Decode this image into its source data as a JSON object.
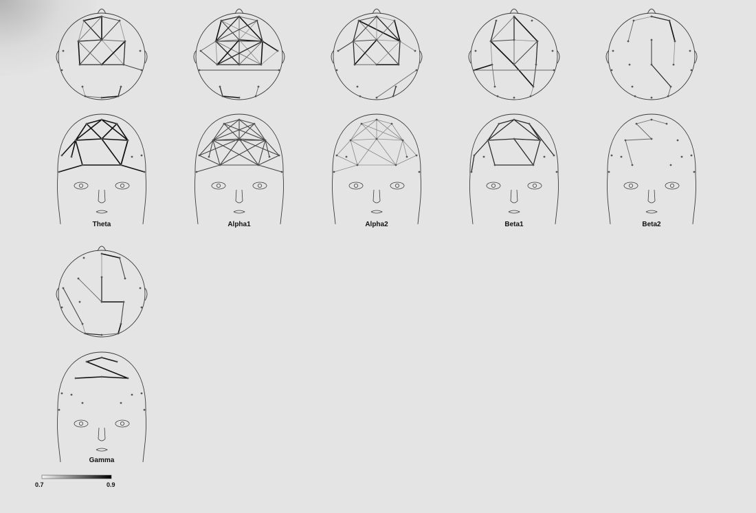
{
  "figure": {
    "bands": [
      {
        "label": "Theta",
        "top_edges": [
          [
            0,
            1
          ],
          [
            1,
            2
          ],
          [
            0,
            3
          ],
          [
            0,
            4
          ],
          [
            1,
            3
          ],
          [
            1,
            4
          ],
          [
            2,
            4
          ],
          [
            2,
            5
          ],
          [
            3,
            4
          ],
          [
            4,
            5
          ],
          [
            3,
            7
          ],
          [
            4,
            7
          ],
          [
            4,
            9
          ],
          [
            5,
            9
          ],
          [
            3,
            8
          ],
          [
            5,
            8
          ],
          [
            7,
            8
          ],
          [
            8,
            9
          ],
          [
            7,
            9
          ],
          [
            15,
            16
          ],
          [
            16,
            17
          ],
          [
            9,
            14
          ],
          [
            12,
            15
          ],
          [
            13,
            17
          ]
        ],
        "face_edges": [
          [
            0,
            1
          ],
          [
            1,
            2
          ],
          [
            0,
            3
          ],
          [
            0,
            4
          ],
          [
            1,
            3
          ],
          [
            1,
            5
          ],
          [
            2,
            4
          ],
          [
            2,
            5
          ],
          [
            3,
            4
          ],
          [
            4,
            5
          ],
          [
            6,
            3
          ],
          [
            8,
            5
          ],
          [
            3,
            7
          ],
          [
            7,
            8
          ],
          [
            5,
            8
          ],
          [
            4,
            8
          ],
          [
            10,
            7
          ],
          [
            11,
            8
          ],
          [
            12,
            3
          ]
        ]
      },
      {
        "label": "Alpha1",
        "top_edges": [
          [
            0,
            1
          ],
          [
            1,
            2
          ],
          [
            0,
            3
          ],
          [
            0,
            4
          ],
          [
            0,
            5
          ],
          [
            1,
            3
          ],
          [
            1,
            4
          ],
          [
            1,
            5
          ],
          [
            2,
            3
          ],
          [
            2,
            4
          ],
          [
            2,
            5
          ],
          [
            3,
            4
          ],
          [
            4,
            5
          ],
          [
            3,
            5
          ],
          [
            3,
            7
          ],
          [
            3,
            8
          ],
          [
            3,
            9
          ],
          [
            4,
            7
          ],
          [
            4,
            8
          ],
          [
            4,
            9
          ],
          [
            5,
            7
          ],
          [
            5,
            8
          ],
          [
            5,
            9
          ],
          [
            7,
            8
          ],
          [
            8,
            9
          ],
          [
            7,
            9
          ],
          [
            6,
            3
          ],
          [
            10,
            5
          ],
          [
            6,
            7
          ],
          [
            10,
            9
          ],
          [
            12,
            15
          ],
          [
            13,
            17
          ],
          [
            15,
            16
          ],
          [
            11,
            14
          ]
        ],
        "face_edges": [
          [
            0,
            1
          ],
          [
            1,
            2
          ],
          [
            0,
            3
          ],
          [
            0,
            4
          ],
          [
            0,
            5
          ],
          [
            1,
            3
          ],
          [
            1,
            4
          ],
          [
            1,
            5
          ],
          [
            2,
            3
          ],
          [
            2,
            4
          ],
          [
            2,
            5
          ],
          [
            3,
            4
          ],
          [
            4,
            5
          ],
          [
            3,
            5
          ],
          [
            3,
            7
          ],
          [
            3,
            8
          ],
          [
            4,
            7
          ],
          [
            4,
            8
          ],
          [
            5,
            7
          ],
          [
            5,
            8
          ],
          [
            7,
            8
          ],
          [
            6,
            3
          ],
          [
            9,
            5
          ],
          [
            6,
            7
          ],
          [
            9,
            8
          ],
          [
            6,
            4
          ],
          [
            9,
            4
          ],
          [
            10,
            7
          ],
          [
            11,
            8
          ],
          [
            12,
            3
          ],
          [
            13,
            5
          ]
        ]
      },
      {
        "label": "Alpha2",
        "top_edges": [
          [
            0,
            1
          ],
          [
            1,
            2
          ],
          [
            0,
            3
          ],
          [
            0,
            4
          ],
          [
            0,
            5
          ],
          [
            1,
            3
          ],
          [
            1,
            4
          ],
          [
            1,
            5
          ],
          [
            2,
            4
          ],
          [
            2,
            5
          ],
          [
            3,
            4
          ],
          [
            4,
            5
          ],
          [
            3,
            7
          ],
          [
            3,
            8
          ],
          [
            4,
            7
          ],
          [
            4,
            9
          ],
          [
            5,
            8
          ],
          [
            5,
            9
          ],
          [
            7,
            8
          ],
          [
            8,
            9
          ],
          [
            6,
            3
          ],
          [
            10,
            5
          ],
          [
            13,
            17
          ],
          [
            14,
            16
          ]
        ],
        "face_edges": [
          [
            0,
            1
          ],
          [
            1,
            2
          ],
          [
            0,
            3
          ],
          [
            0,
            4
          ],
          [
            0,
            5
          ],
          [
            1,
            3
          ],
          [
            1,
            4
          ],
          [
            1,
            5
          ],
          [
            2,
            4
          ],
          [
            2,
            5
          ],
          [
            3,
            4
          ],
          [
            4,
            5
          ],
          [
            3,
            7
          ],
          [
            3,
            8
          ],
          [
            4,
            7
          ],
          [
            4,
            8
          ],
          [
            5,
            8
          ],
          [
            7,
            8
          ],
          [
            6,
            3
          ],
          [
            9,
            5
          ],
          [
            6,
            7
          ],
          [
            10,
            7
          ],
          [
            13,
            5
          ],
          [
            9,
            8
          ]
        ]
      },
      {
        "label": "Beta1",
        "top_edges": [
          [
            1,
            3
          ],
          [
            1,
            5
          ],
          [
            3,
            4
          ],
          [
            4,
            5
          ],
          [
            1,
            4
          ],
          [
            4,
            8
          ],
          [
            3,
            8
          ],
          [
            5,
            8
          ],
          [
            3,
            7
          ],
          [
            5,
            9
          ],
          [
            7,
            12
          ],
          [
            8,
            13
          ],
          [
            9,
            13
          ],
          [
            13,
            17
          ],
          [
            0,
            3
          ],
          [
            11,
            14
          ],
          [
            7,
            11
          ]
        ],
        "face_edges": [
          [
            0,
            1
          ],
          [
            1,
            2
          ],
          [
            0,
            3
          ],
          [
            1,
            3
          ],
          [
            1,
            5
          ],
          [
            2,
            5
          ],
          [
            3,
            4
          ],
          [
            4,
            5
          ],
          [
            3,
            7
          ],
          [
            7,
            8
          ],
          [
            5,
            8
          ],
          [
            6,
            3
          ],
          [
            2,
            9
          ],
          [
            4,
            8
          ],
          [
            6,
            10
          ]
        ]
      },
      {
        "label": "Beta2",
        "top_edges": [
          [
            0,
            1
          ],
          [
            1,
            2
          ],
          [
            0,
            3
          ],
          [
            2,
            5
          ],
          [
            4,
            8
          ],
          [
            5,
            9
          ],
          [
            8,
            13
          ],
          [
            13,
            17
          ]
        ],
        "face_edges": [
          [
            0,
            1
          ],
          [
            1,
            2
          ],
          [
            0,
            4
          ],
          [
            4,
            3
          ],
          [
            3,
            7
          ]
        ]
      },
      {
        "label": "Gamma",
        "top_edges": [
          [
            1,
            2
          ],
          [
            2,
            5
          ],
          [
            1,
            4
          ],
          [
            4,
            8
          ],
          [
            3,
            8
          ],
          [
            8,
            9
          ],
          [
            9,
            13
          ],
          [
            12,
            15
          ],
          [
            15,
            16
          ],
          [
            16,
            17
          ],
          [
            13,
            17
          ],
          [
            6,
            12
          ]
        ],
        "face_edges": [
          [
            0,
            1
          ],
          [
            1,
            2
          ],
          [
            0,
            5
          ],
          [
            5,
            4
          ],
          [
            4,
            3
          ]
        ]
      }
    ]
  },
  "colorbar": {
    "min_label": "0.7",
    "max_label": "0.9",
    "colors": [
      "#f5f5f5",
      "#000000"
    ]
  },
  "colors": {
    "background": "#e4e4e4",
    "outline": "#3a3a3a",
    "electrode": "#555555"
  }
}
